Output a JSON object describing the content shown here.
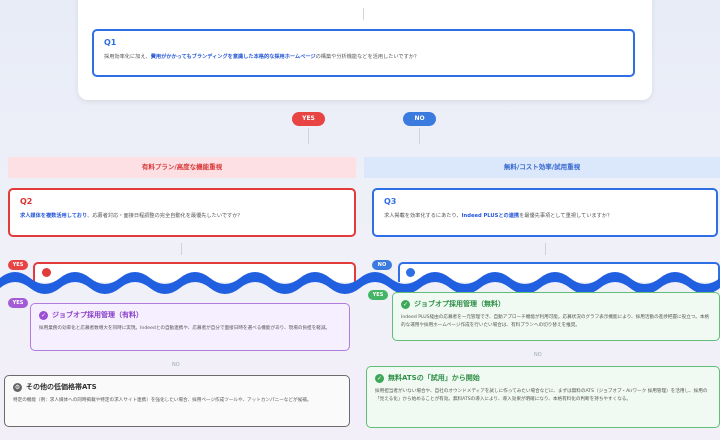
{
  "colors": {
    "yes": "#e84444",
    "no": "#3b7be0",
    "paid": "#d83a3a",
    "free": "#3668cf",
    "purple": "#9a4fd4",
    "green": "#3ea75a",
    "wave": "#1f5fe0"
  },
  "q1": {
    "id": "Q1",
    "text_before": "採用効率化に加え、",
    "highlight": "費用がかかってもブランディングを意識した本格的な採用ホームページ",
    "text_after": "の構築や分析機能などを活用したいですか？"
  },
  "branch_labels": {
    "yes": "YES",
    "no": "NO"
  },
  "bands": {
    "left": "有料プラン/高度な機能重視",
    "right": "無料/コスト効率/試用重視"
  },
  "q2": {
    "id": "Q2",
    "highlight": "求人媒体を複数活用しており",
    "text_after": "、応募者対応・面接日程調整の完全自動化を最優先したいですか？"
  },
  "q3": {
    "id": "Q3",
    "text_before": "求人掲載を効率化するにあたり、",
    "highlight": "Indeed PLUSとの連携",
    "text_after": "を最優先事項として重視していますか？"
  },
  "results": {
    "paid_jobof": {
      "icon": "check-icon",
      "title": "ジョブオプ採用管理（有料）",
      "text": "採用業務の効率化と応募者数増大を同時に実現。Indeedとの自動連携や、応募者が自分で面接日時を選べる機能があり、現場の負担を軽減。"
    },
    "other_ats": {
      "icon": "gear-icon",
      "title": "その他の低価格帯ATS",
      "text": "特定の機能（例：求人媒体への同時掲載や特定の求人サイト連携）を強化したい場合、採用ページ作成ツールや、アットカンパニーなどが候補。"
    },
    "free_jobof": {
      "icon": "check-icon",
      "title": "ジョブオプ採用管理（無料）",
      "text": "Indeed PLUS経由の応募者を一元管理でき、自動アプローチ機能が利用可能。応募状況のグラフ表示機能により、採用活動の進捗把握に役立つ。本格的な運用や採用ホームページ作成を行いたい場合は、有料プランへの切り替えを推奨。"
    },
    "trial_ats": {
      "icon": "check-icon",
      "title": "無料ATSの「試用」から開始",
      "text": "採用担当者がいない場合や、自社のオウンドメディアを試しに作ってみたい場合などに、まずは無料のATS（ジョブオプ・Airワーク 採用管理）を活用し、採用の「見える化」から始めることが有効。無料ATSの導入により、導入効果が明確になり、本格有料化の判断を持ちやすくなる。"
    }
  }
}
